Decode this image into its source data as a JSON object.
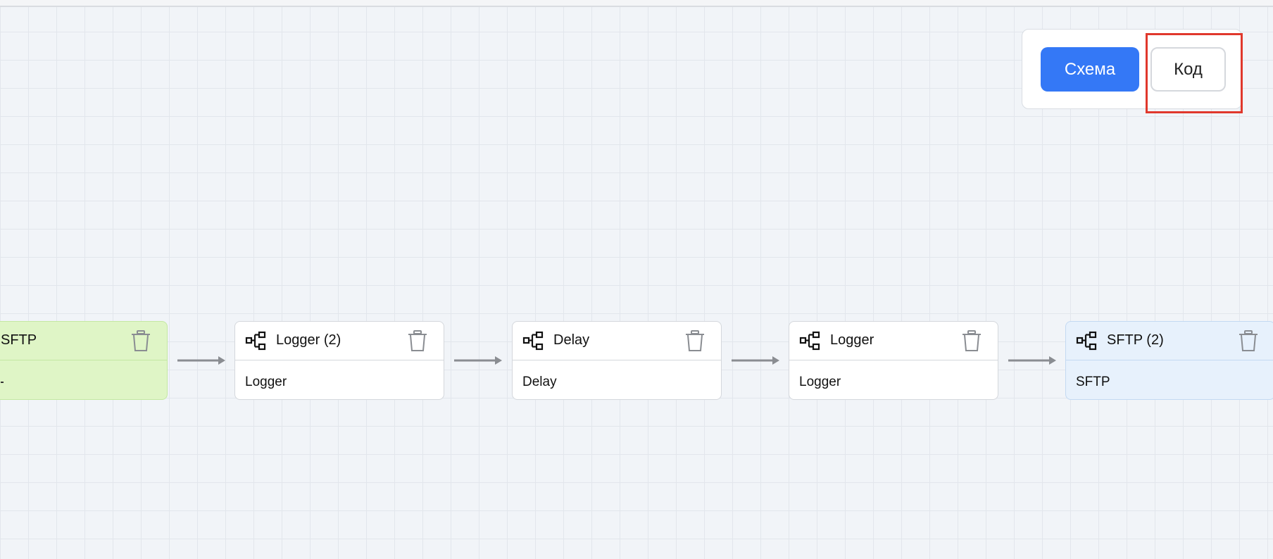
{
  "view_switcher": {
    "schema_label": "Схема",
    "code_label": "Код",
    "active": "Схема"
  },
  "nodes": [
    {
      "title": "SFTP",
      "body": "",
      "variant": "green",
      "icon": "flow-icon"
    },
    {
      "title": "Logger (2)",
      "body": "Logger",
      "variant": "white",
      "icon": "flow-icon"
    },
    {
      "title": "Delay",
      "body": "Delay",
      "variant": "white",
      "icon": "flow-icon"
    },
    {
      "title": "Logger",
      "body": "Logger",
      "variant": "white",
      "icon": "flow-icon"
    },
    {
      "title": "SFTP (2)",
      "body": "SFTP",
      "variant": "blue",
      "icon": "flow-icon"
    }
  ],
  "colors": {
    "accent": "#3478f6",
    "highlight": "#e0382c",
    "green_node": "#dff5c6",
    "blue_node": "#e7f1fc"
  }
}
